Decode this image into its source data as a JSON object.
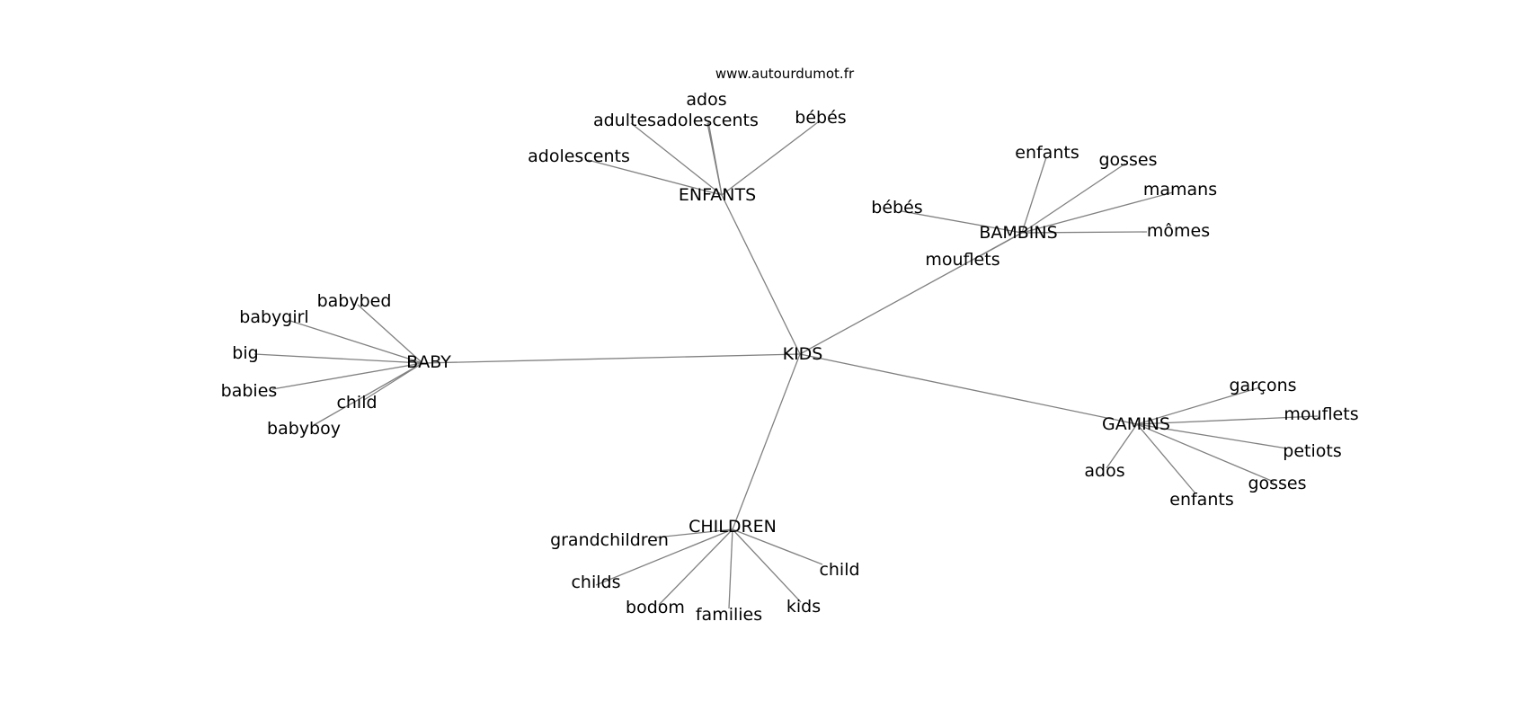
{
  "source": "www.autourdumot.fr",
  "graph": {
    "root": "KIDS",
    "hubs": [
      {
        "id": "enfants",
        "label": "ENFANTS",
        "children": [
          "ados",
          "adultes",
          "adolescents",
          "adolescents",
          "bébés"
        ]
      },
      {
        "id": "bambins",
        "label": "BAMBINS",
        "children": [
          "enfants",
          "gosses",
          "mamans",
          "bébés",
          "mômes",
          "mouflets"
        ]
      },
      {
        "id": "baby",
        "label": "BABY",
        "children": [
          "babybed",
          "babygirl",
          "big",
          "babies",
          "child",
          "babyboy"
        ]
      },
      {
        "id": "gamins",
        "label": "GAMINS",
        "children": [
          "garçons",
          "mouflets",
          "petiots",
          "gosses",
          "enfants",
          "ados"
        ]
      },
      {
        "id": "children",
        "label": "CHILDREN",
        "children": [
          "grandchildren",
          "childs",
          "child",
          "bodom",
          "families",
          "kids"
        ]
      }
    ]
  }
}
